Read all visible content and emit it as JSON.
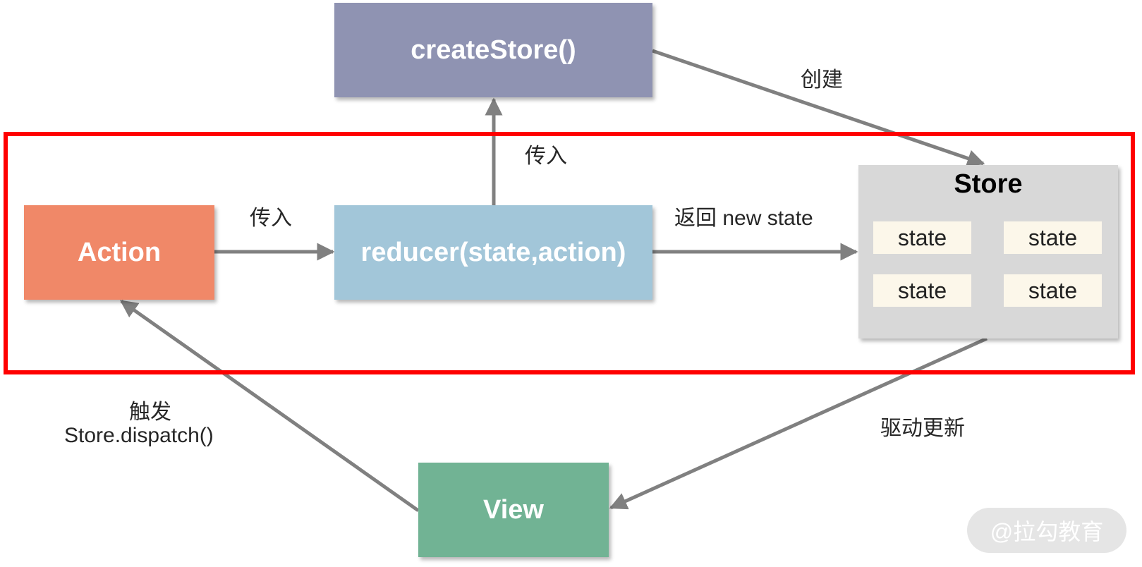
{
  "boxes": {
    "create_store": "createStore()",
    "reducer": "reducer(state,action)",
    "action": "Action",
    "view": "View"
  },
  "store": {
    "title": "Store",
    "states": [
      "state",
      "state",
      "state",
      "state"
    ]
  },
  "labels": {
    "action_to_reducer": "传入",
    "reducer_to_create_store": "传入",
    "create_to_store": "创建",
    "reducer_to_store": "返回 new state",
    "store_to_view": "驱动更新",
    "view_to_action_line1": "触发",
    "view_to_action_line2": "Store.dispatch()"
  },
  "watermark": "@拉勾教育",
  "colors": {
    "create_store": "#8f93b2",
    "reducer": "#a2c6d9",
    "action": "#f08868",
    "view": "#71b394",
    "store": "#d8d8d8",
    "state_cell": "#fcf7ea",
    "arrow": "#808080",
    "highlight": "#ff0000"
  }
}
